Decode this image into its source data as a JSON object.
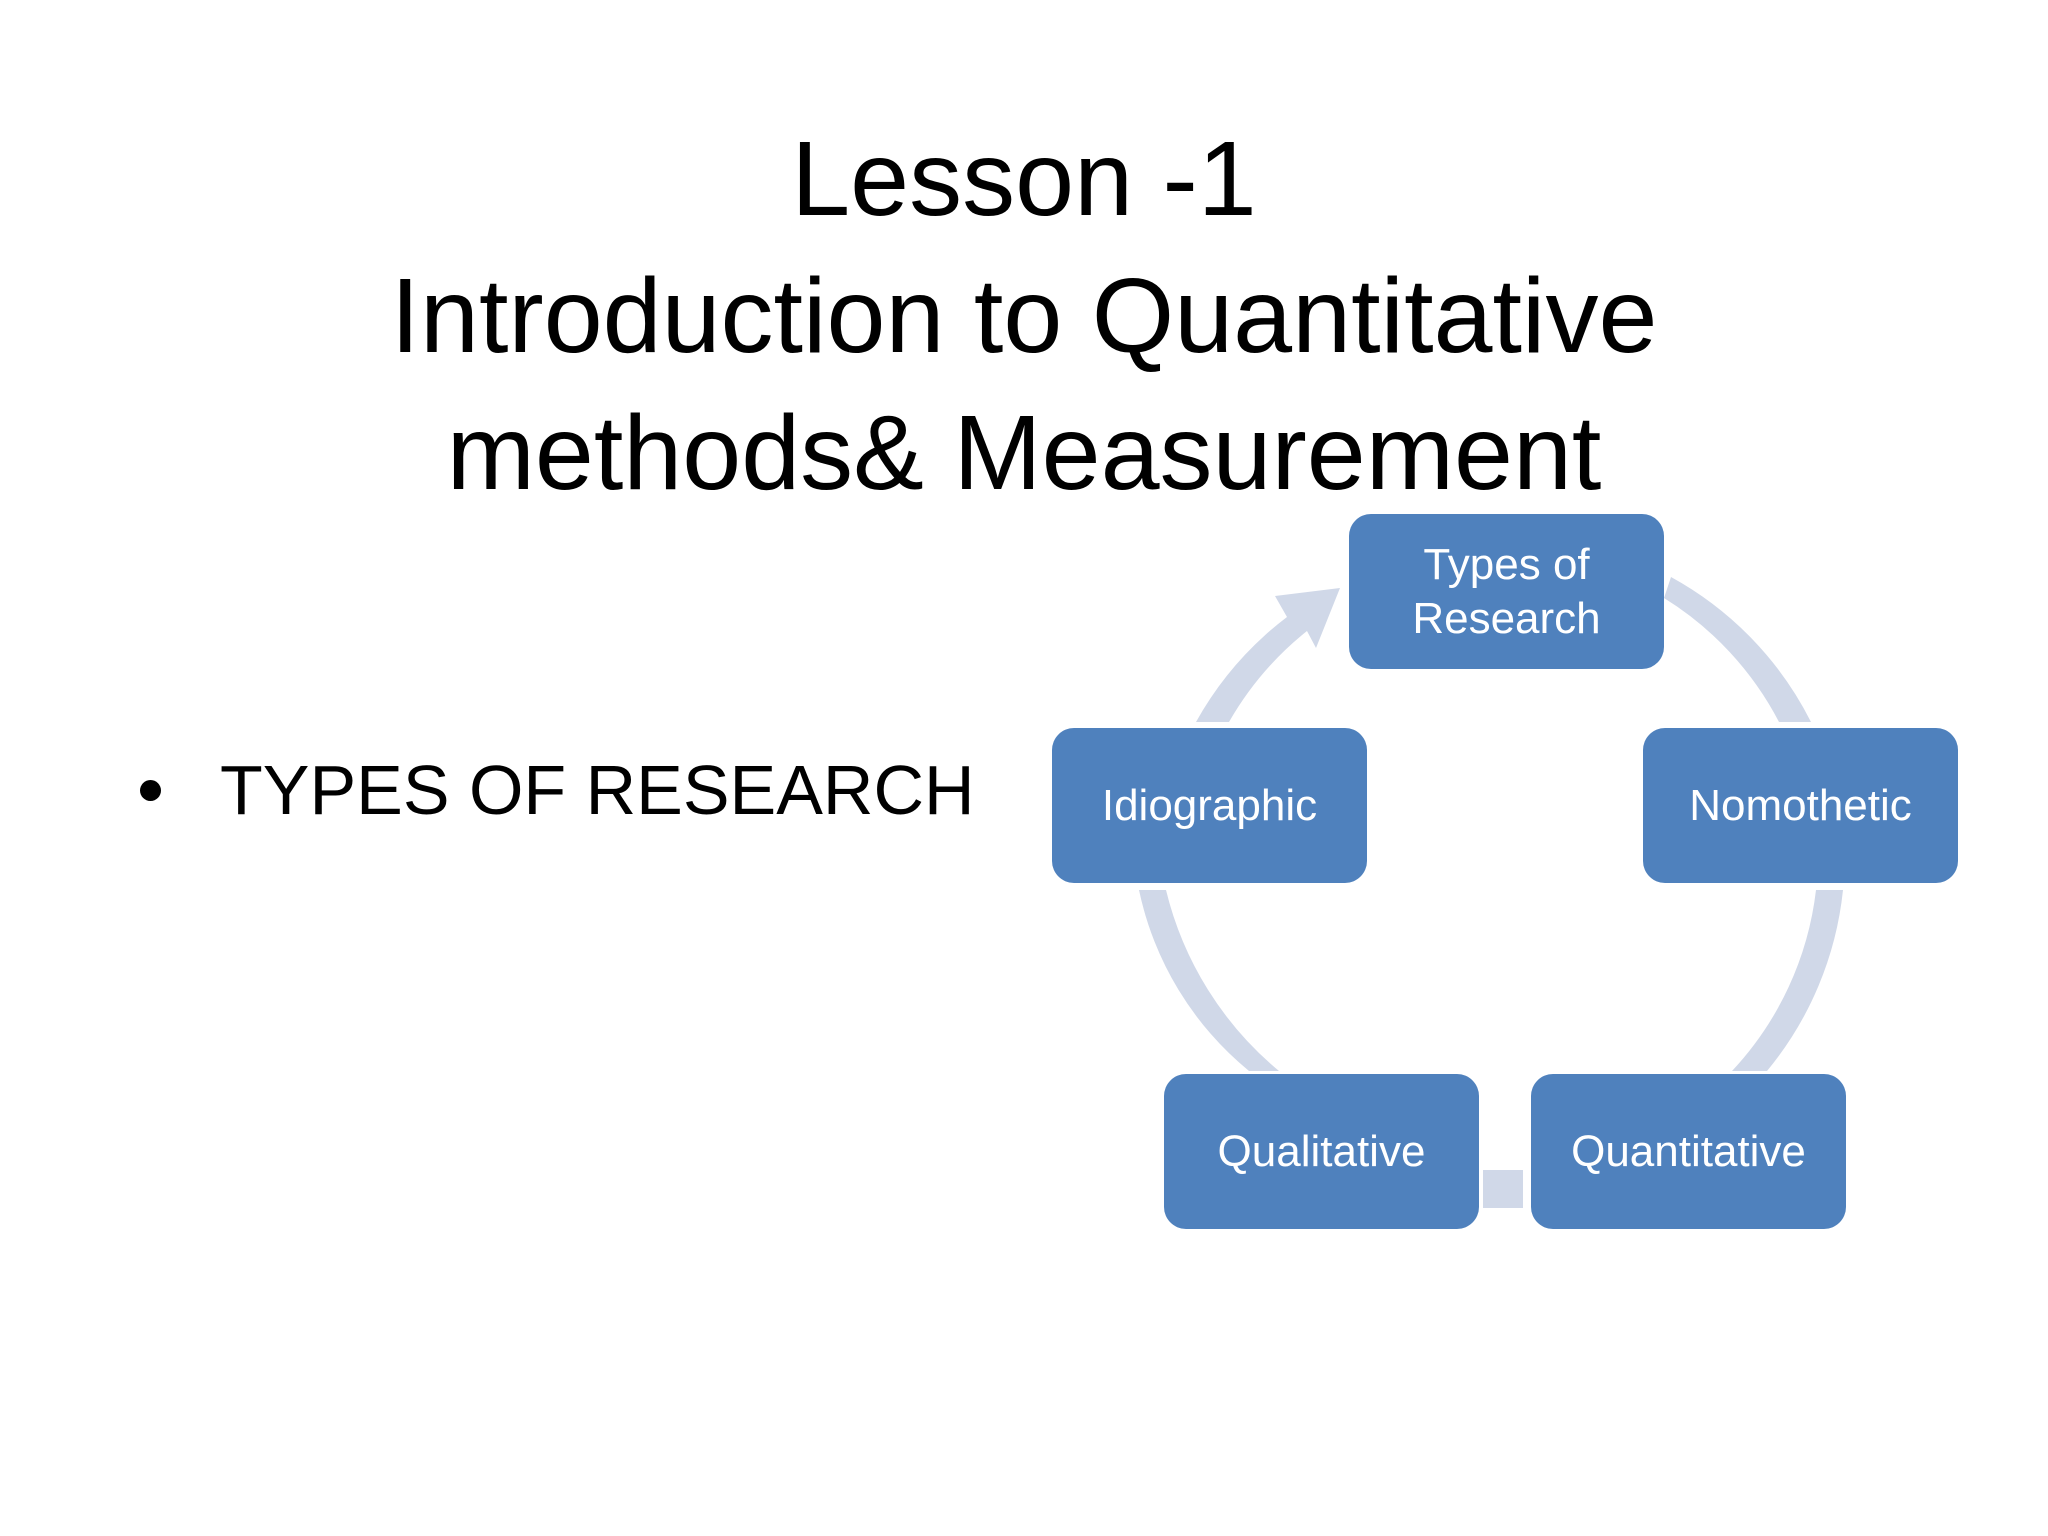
{
  "title": {
    "line1": "Lesson -1",
    "line2": "Introduction to Quantitative",
    "line3": "methods& Measurement"
  },
  "bullets": [
    {
      "text": "TYPES OF RESEARCH"
    }
  ],
  "cycle": {
    "nodes": [
      {
        "id": "types",
        "label": "Types of Research"
      },
      {
        "id": "nomothetic",
        "label": "Nomothetic"
      },
      {
        "id": "quantitative",
        "label": "Quantitative"
      },
      {
        "id": "qualitative",
        "label": "Qualitative"
      },
      {
        "id": "idiographic",
        "label": "Idiographic"
      }
    ],
    "colors": {
      "node_fill": "#4f81bd",
      "node_text": "#ffffff",
      "arrow": "#d0d8e8"
    }
  }
}
